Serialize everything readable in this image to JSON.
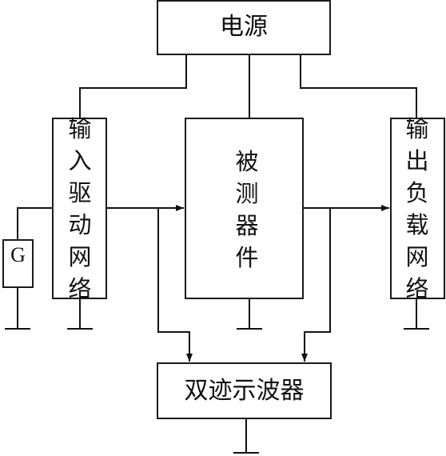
{
  "diagram": {
    "power_supply": "电源",
    "input_network": "输入驱动网络",
    "device_under_test": "被测器件",
    "output_network": "输出负载网络",
    "oscilloscope": "双迹示波器",
    "generator": "G"
  }
}
